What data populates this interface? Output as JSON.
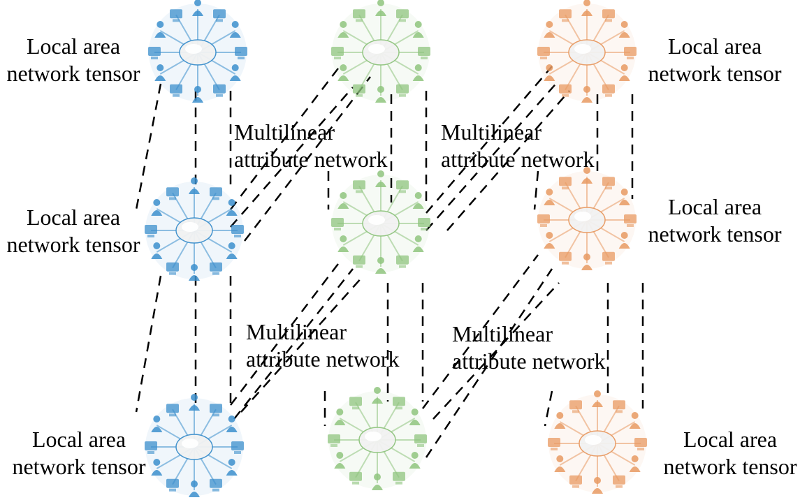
{
  "colors": {
    "blue": "#3c8fcc",
    "green": "#8fc47e",
    "orange": "#e89a62",
    "line": "#000000"
  },
  "node_icon": "network-hub-icon",
  "tensor_label": {
    "line1": "Local area",
    "line2": "network tensor"
  },
  "attribute_label": {
    "line1": "Multilinear",
    "line2": "attribute network"
  }
}
